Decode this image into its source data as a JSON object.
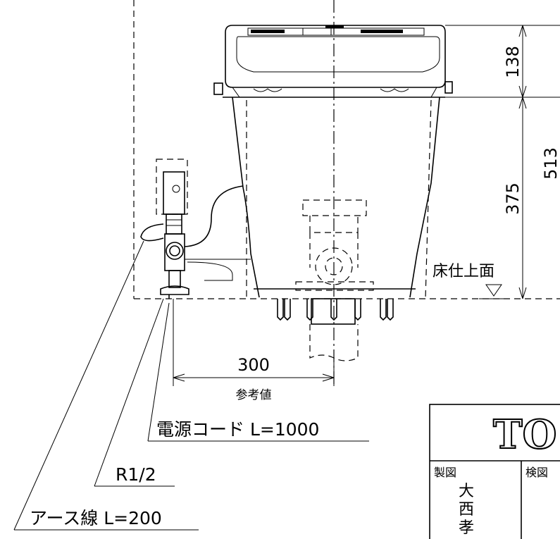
{
  "dimensions": {
    "lid_height": "138",
    "total_height": "513",
    "bowl_height": "375",
    "offset": "300",
    "offset_note": "参考値"
  },
  "floor_label": "床仕上面",
  "callouts": {
    "power_cord": "電源コード L=1000",
    "pipe_thread": "R1/2",
    "earth_wire": "アース線 L=200"
  },
  "title_block": {
    "brand": "TO",
    "drawn_by_label": "製図",
    "checked_by_label": "検図",
    "drawer_name_chars": [
      "大",
      "西",
      "孝"
    ]
  },
  "colors": {
    "line": "#000000",
    "background": "#ffffff"
  }
}
